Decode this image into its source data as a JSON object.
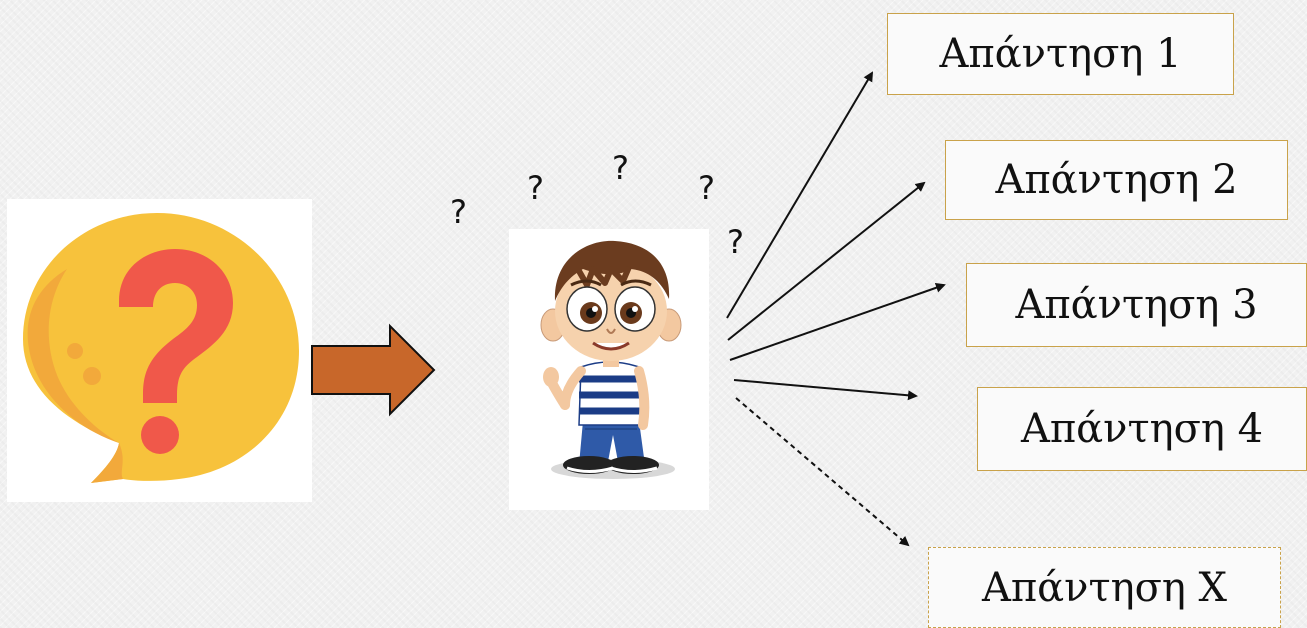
{
  "question_marks": [
    "?",
    "?",
    "?",
    "?",
    "?"
  ],
  "answers": [
    {
      "label": "Απάντηση 1",
      "style": "solid"
    },
    {
      "label": "Απάντηση 2",
      "style": "solid"
    },
    {
      "label": "Απάντηση 3",
      "style": "solid"
    },
    {
      "label": "Απάντηση 4",
      "style": "solid"
    },
    {
      "label": "Απάντηση X",
      "style": "dashed"
    }
  ],
  "colors": {
    "bubble": "#f7c23c",
    "bubble_shade": "#f2a93b",
    "question_glyph": "#f0584a",
    "arrow_fill": "#c8672a",
    "arrow_stroke": "#111111",
    "box_border": "#c9a24a"
  }
}
